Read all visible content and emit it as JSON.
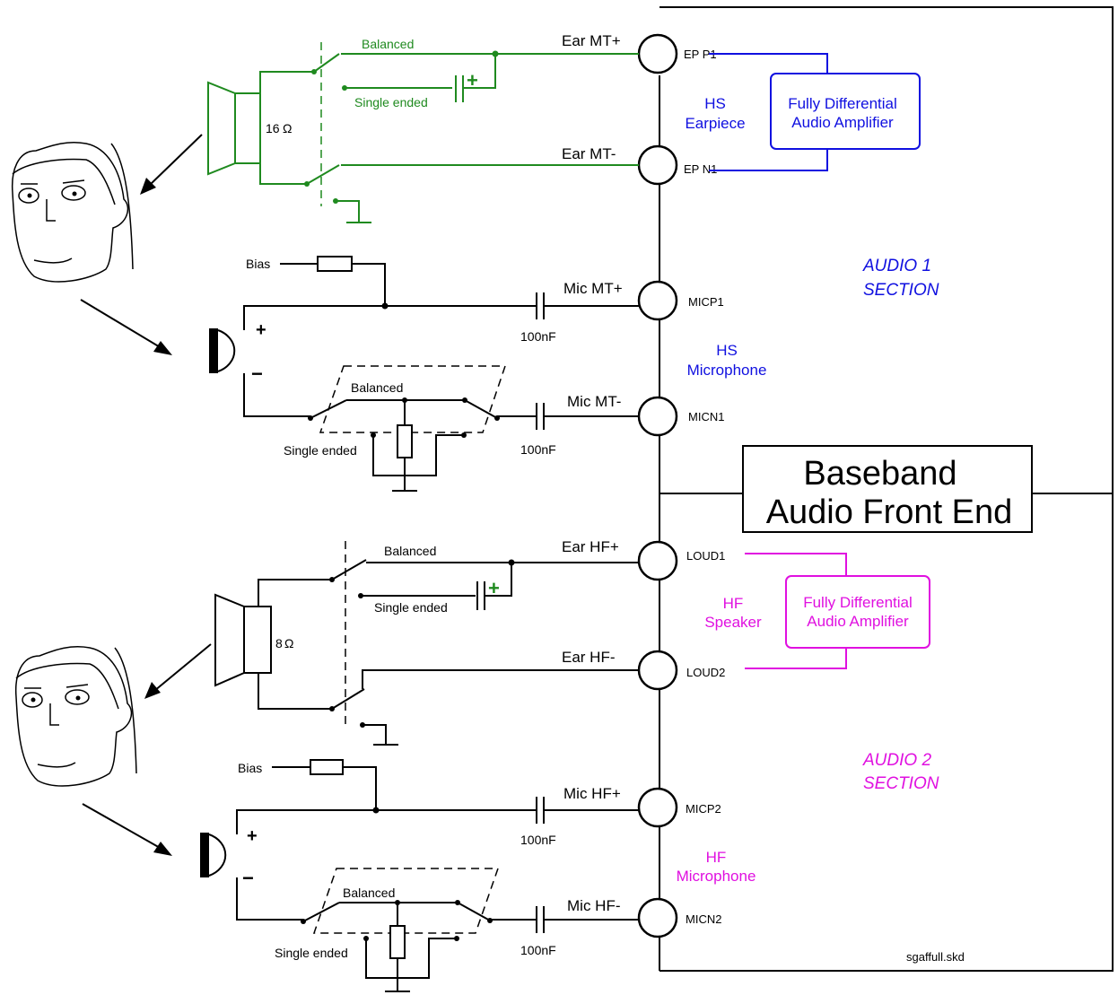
{
  "ic": {
    "title_line1": "Baseband",
    "title_line2": "Audio Front End",
    "filename": "sgaffull.skd"
  },
  "colors": {
    "earpiece": "#1f8a1f",
    "audio1": "#1010e0",
    "audio2": "#e010e0",
    "wire": "#000000"
  },
  "pins": {
    "ep_p1": "EP P1",
    "ep_n1": "EP N1",
    "micp1": "MICP1",
    "micn1": "MICN1",
    "loud1": "LOUD1",
    "loud2": "LOUD2",
    "micp2": "MICP2",
    "micn2": "MICN2"
  },
  "nets": {
    "ear_mt_p": "Ear MT+",
    "ear_mt_n": "Ear MT-",
    "mic_mt_p": "Mic MT+",
    "mic_mt_n": "Mic MT-",
    "ear_hf_p": "Ear HF+",
    "ear_hf_n": "Ear HF-",
    "mic_hf_p": "Mic HF+",
    "mic_hf_n": "Mic HF-"
  },
  "sections": {
    "audio1_line1": "AUDIO  1",
    "audio1_line2": "SECTION",
    "audio2_line1": "AUDIO  2",
    "audio2_line2": "SECTION"
  },
  "blocks": {
    "hs_earpiece_1": "HS",
    "hs_earpiece_2": "Earpiece",
    "hs_mic_1": "HS",
    "hs_mic_2": "Microphone",
    "hf_speaker_1": "HF",
    "hf_speaker_2": "Speaker",
    "hf_mic_1": "HF",
    "hf_mic_2": "Microphone",
    "amp1_line1": "Fully Differential",
    "amp1_line2": "Audio  Amplifier",
    "amp2_line1": "Fully Differential",
    "amp2_line2": "Audio  Amplifier"
  },
  "components": {
    "balanced": "Balanced",
    "single_ended": "Single ended",
    "single_ended_mic": "Single ended",
    "bias": "Bias",
    "cap_100nf": "100nF",
    "ohm16": "16",
    "ohm8": "8",
    "ohm_sym": "Ω",
    "plus": "+",
    "minus": "−"
  }
}
